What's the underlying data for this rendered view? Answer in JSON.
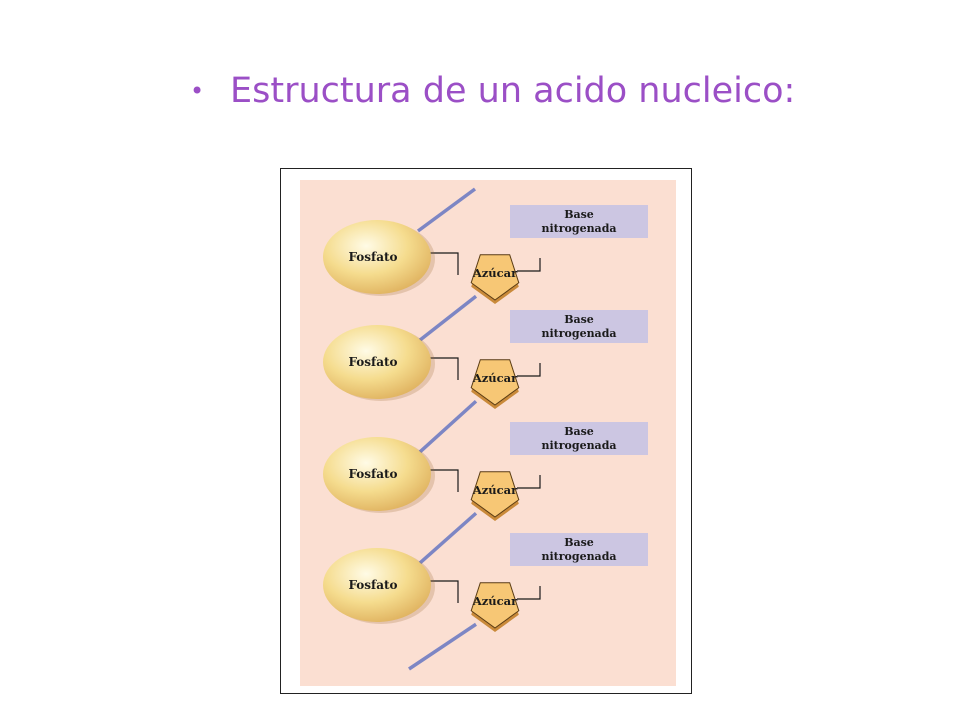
{
  "title": {
    "bullet": "•",
    "text": "Estructura de un acido nucleico:"
  },
  "colors": {
    "title": "#9b4fc6",
    "panel_background": "#fbdfd2",
    "backbone": "#7d86c4",
    "phosphate_fill": "#f2d37e",
    "sugar_fill": "#f7c775",
    "base_fill": "#ccc6e2"
  },
  "diagram": {
    "nucleotides": [
      {
        "phosphate": "Fosfato",
        "sugar": "Azúcar",
        "base_line1": "Base",
        "base_line2": "nitrogenada"
      },
      {
        "phosphate": "Fosfato",
        "sugar": "Azúcar",
        "base_line1": "Base",
        "base_line2": "nitrogenada"
      },
      {
        "phosphate": "Fosfato",
        "sugar": "Azúcar",
        "base_line1": "Base",
        "base_line2": "nitrogenada"
      },
      {
        "phosphate": "Fosfato",
        "sugar": "Azúcar",
        "base_line1": "Base",
        "base_line2": "nitrogenada"
      }
    ]
  }
}
